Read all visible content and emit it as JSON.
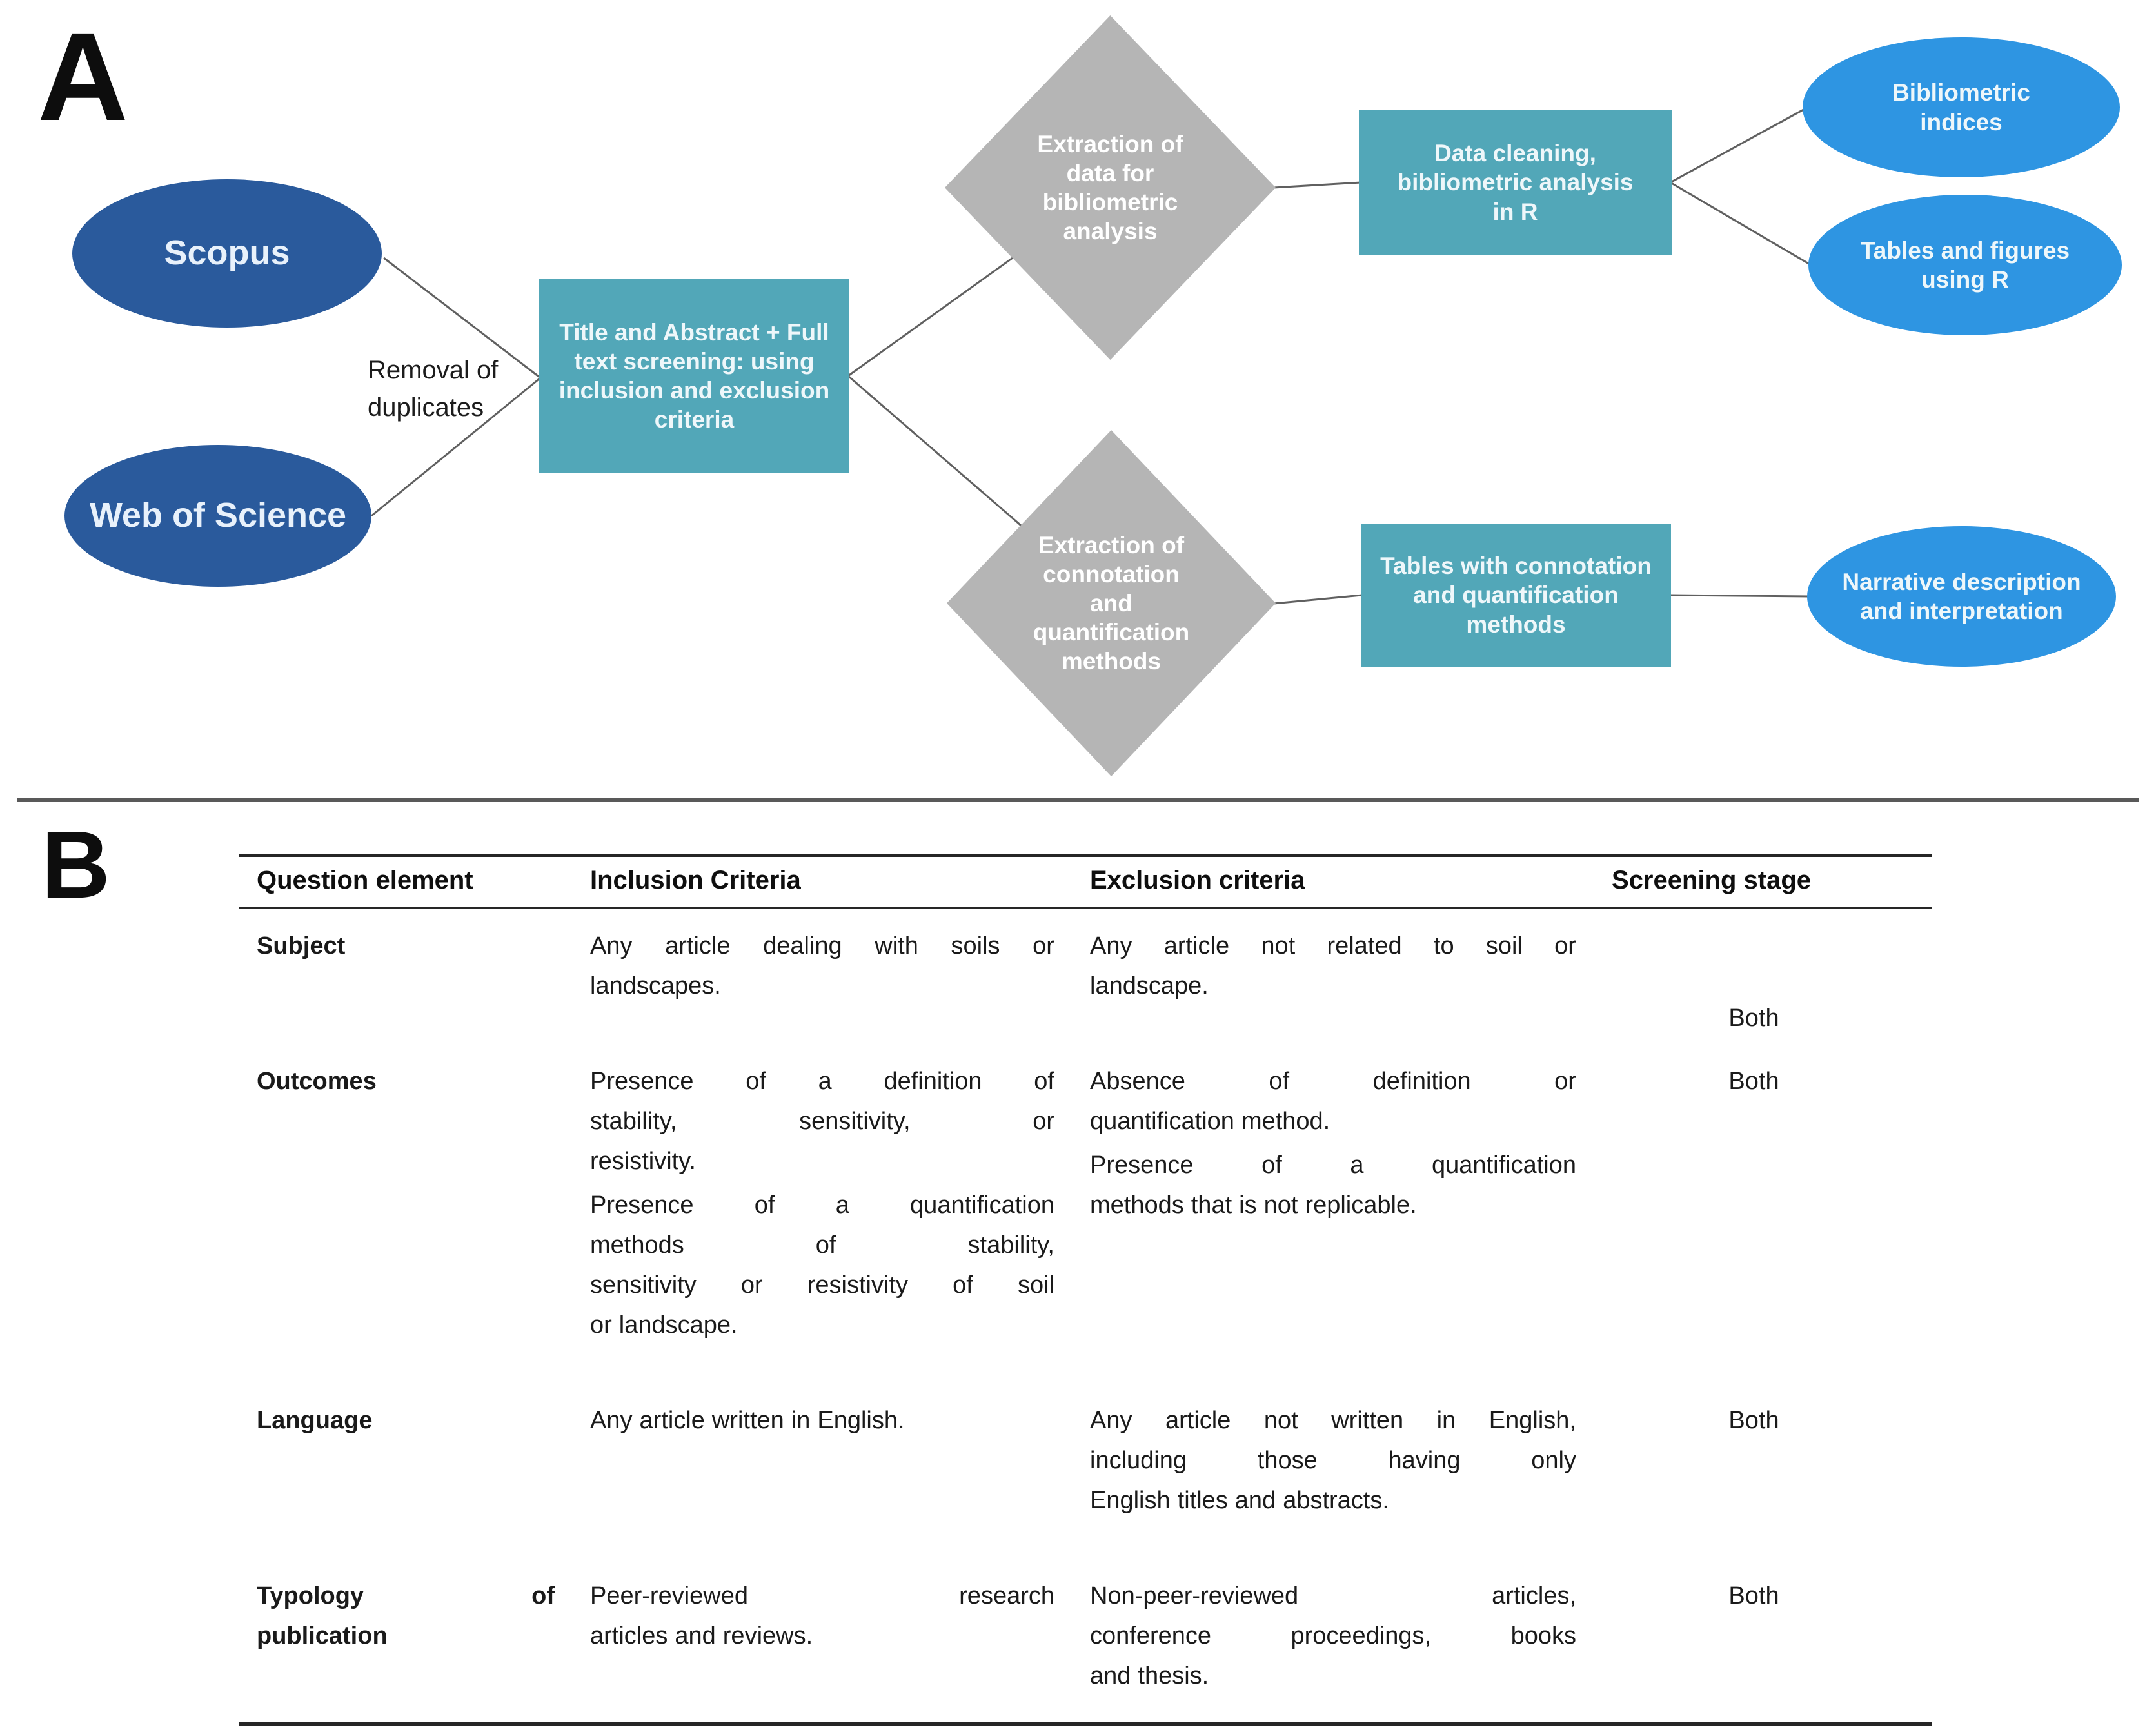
{
  "panel_a": {
    "label": "A",
    "edge_label": "Removal of\nduplicates",
    "nodes": {
      "scopus": {
        "label": "Scopus"
      },
      "web_of_science": {
        "label": "Web of Science"
      },
      "screening_box": {
        "label": "Title and Abstract + Full text screening: using inclusion and exclusion criteria"
      },
      "extraction_bibliometric_diamond": {
        "label": "Extraction of data for bibliometric analysis"
      },
      "data_cleaning_box": {
        "label": "Data cleaning, bibliometric analysis in R"
      },
      "bibliometric_indices_ellipse": {
        "label": "Bibliometric indices"
      },
      "tables_figures_ellipse": {
        "label": "Tables and figures using R"
      },
      "extraction_connotation_diamond": {
        "label": "Extraction of connotation and quantification methods"
      },
      "tables_connotation_box": {
        "label": "Tables with connotation and quantification methods"
      },
      "narrative_ellipse": {
        "label": "Narrative description and interpretation"
      }
    },
    "colors": {
      "source_ellipse": "#2a5a9c",
      "process_box": "#52a7b8",
      "decision_diamond": "#b5b5b5",
      "output_ellipse": "#2e95e2",
      "connector": "#606060"
    }
  },
  "panel_b": {
    "label": "B",
    "headers": [
      "Question element",
      "Inclusion Criteria",
      "Exclusion criteria",
      "Screening stage"
    ],
    "rows": [
      {
        "element": [
          [
            "Subject"
          ]
        ],
        "inclusion": [
          [
            "Any article dealing with soils or",
            "landscapes."
          ]
        ],
        "exclusion": [
          [
            "Any article not related to soil or",
            "landscape."
          ]
        ],
        "stage": "Both"
      },
      {
        "element": [
          [
            "Outcomes"
          ]
        ],
        "inclusion": [
          [
            "Presence of a definition of",
            "stability, sensitivity, or",
            "resistivity."
          ],
          [
            "Presence of a quantification",
            "methods of stability,",
            "sensitivity or resistivity of soil",
            "or landscape."
          ]
        ],
        "exclusion": [
          [
            "Absence of definition or",
            "quantification method."
          ],
          [
            "Presence of a quantification",
            "methods that is not replicable."
          ]
        ],
        "stage": "Both"
      },
      {
        "element": [
          [
            "Language"
          ]
        ],
        "inclusion": [
          [
            "Any article written in English."
          ]
        ],
        "exclusion": [
          [
            "Any article not written in English,",
            "including those having only",
            "English titles and abstracts."
          ]
        ],
        "stage": "Both"
      },
      {
        "element": [
          [
            "Typology of",
            "publication"
          ]
        ],
        "inclusion": [
          [
            "Peer-reviewed research",
            "articles and reviews."
          ]
        ],
        "exclusion": [
          [
            "Non-peer-reviewed articles,",
            "conference proceedings, books",
            "and thesis."
          ]
        ],
        "stage": "Both"
      }
    ]
  }
}
